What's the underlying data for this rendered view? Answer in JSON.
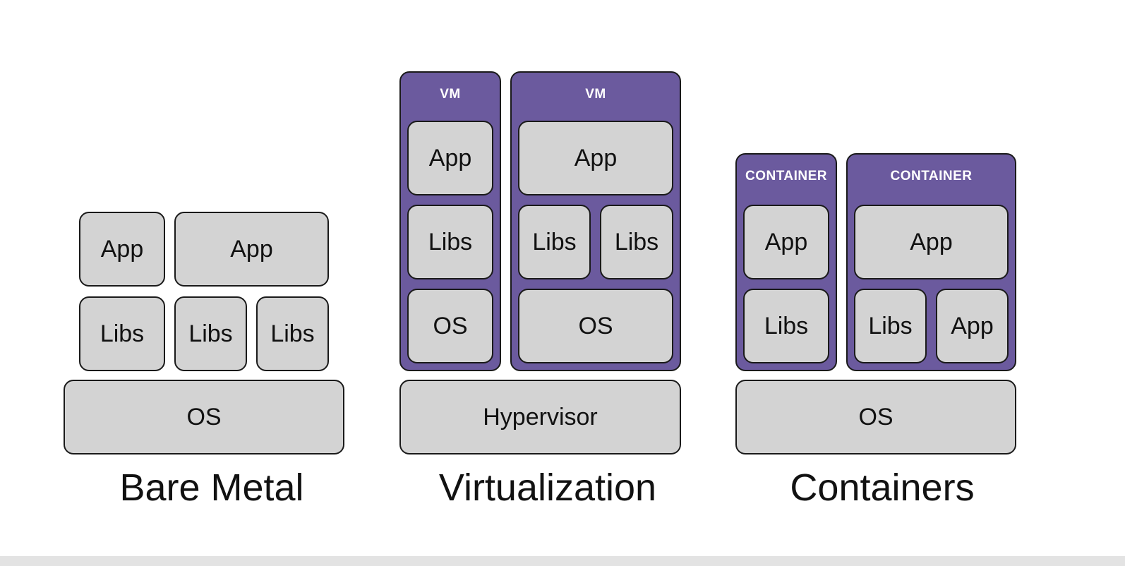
{
  "colors": {
    "block_fill": "#d3d3d3",
    "frame_fill": "#6b5a9e",
    "outline": "#1a1a1a",
    "frame_label": "#ffffff"
  },
  "bare_metal": {
    "caption": "Bare Metal",
    "app_1": "App",
    "app_2": "App",
    "libs_1": "Libs",
    "libs_2": "Libs",
    "libs_3": "Libs",
    "os": "OS"
  },
  "virtualization": {
    "caption": "Virtualization",
    "vm_1": {
      "label": "VM",
      "app": "App",
      "libs": "Libs",
      "os": "OS"
    },
    "vm_2": {
      "label": "VM",
      "app": "App",
      "libs_1": "Libs",
      "libs_2": "Libs",
      "os": "OS"
    },
    "hypervisor": "Hypervisor"
  },
  "containers": {
    "caption": "Containers",
    "container_1": {
      "label": "CONTAINER",
      "app": "App",
      "libs": "Libs"
    },
    "container_2": {
      "label": "CONTAINER",
      "app": "App",
      "libs": "Libs",
      "app_2": "App"
    },
    "os": "OS"
  }
}
